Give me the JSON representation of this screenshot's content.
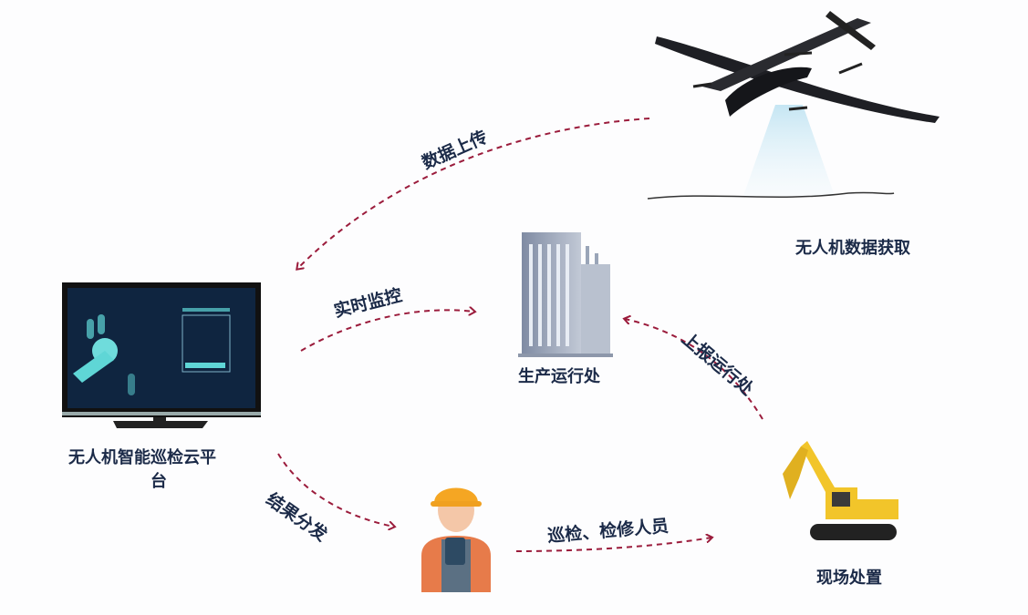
{
  "nodes": {
    "drone": {
      "label": "无人机数据获取"
    },
    "platform": {
      "label_line1": "无人机智能巡检云平",
      "label_line2": "台"
    },
    "operations": {
      "label": "生产运行处"
    },
    "site": {
      "label": "现场处置"
    }
  },
  "arrows": {
    "upload": {
      "label": "数据上传"
    },
    "monitor": {
      "label": "实时监控"
    },
    "report": {
      "label": "上报运行处"
    },
    "dispatch": {
      "label": "结果分发"
    },
    "staff": {
      "label": "巡检、检修人员"
    }
  },
  "colors": {
    "arrow": "#9b1c3c",
    "text": "#1b2a48",
    "screen": "#0f2540",
    "accent": "#5fd6d6"
  }
}
